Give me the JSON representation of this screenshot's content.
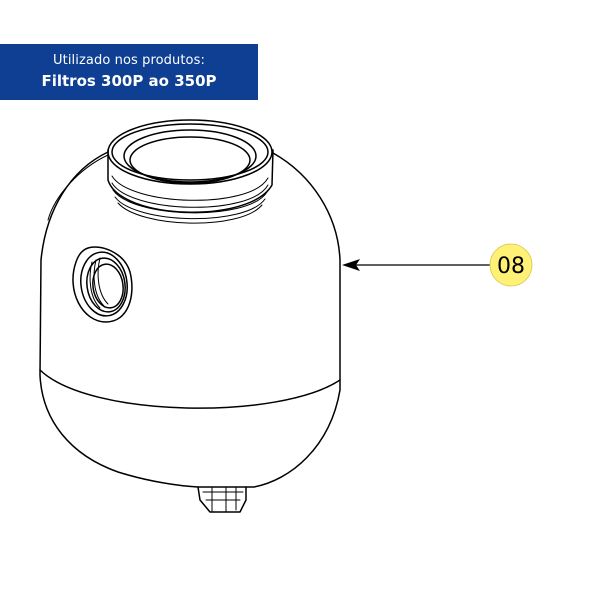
{
  "banner": {
    "line1": "Utilizado nos produtos:",
    "line2": "Filtros 300P ao 350P",
    "background_color": "#0e3f93",
    "text_color": "#ffffff"
  },
  "callout": {
    "number": "08",
    "badge_color": "#fff176",
    "line_color": "#000000"
  }
}
